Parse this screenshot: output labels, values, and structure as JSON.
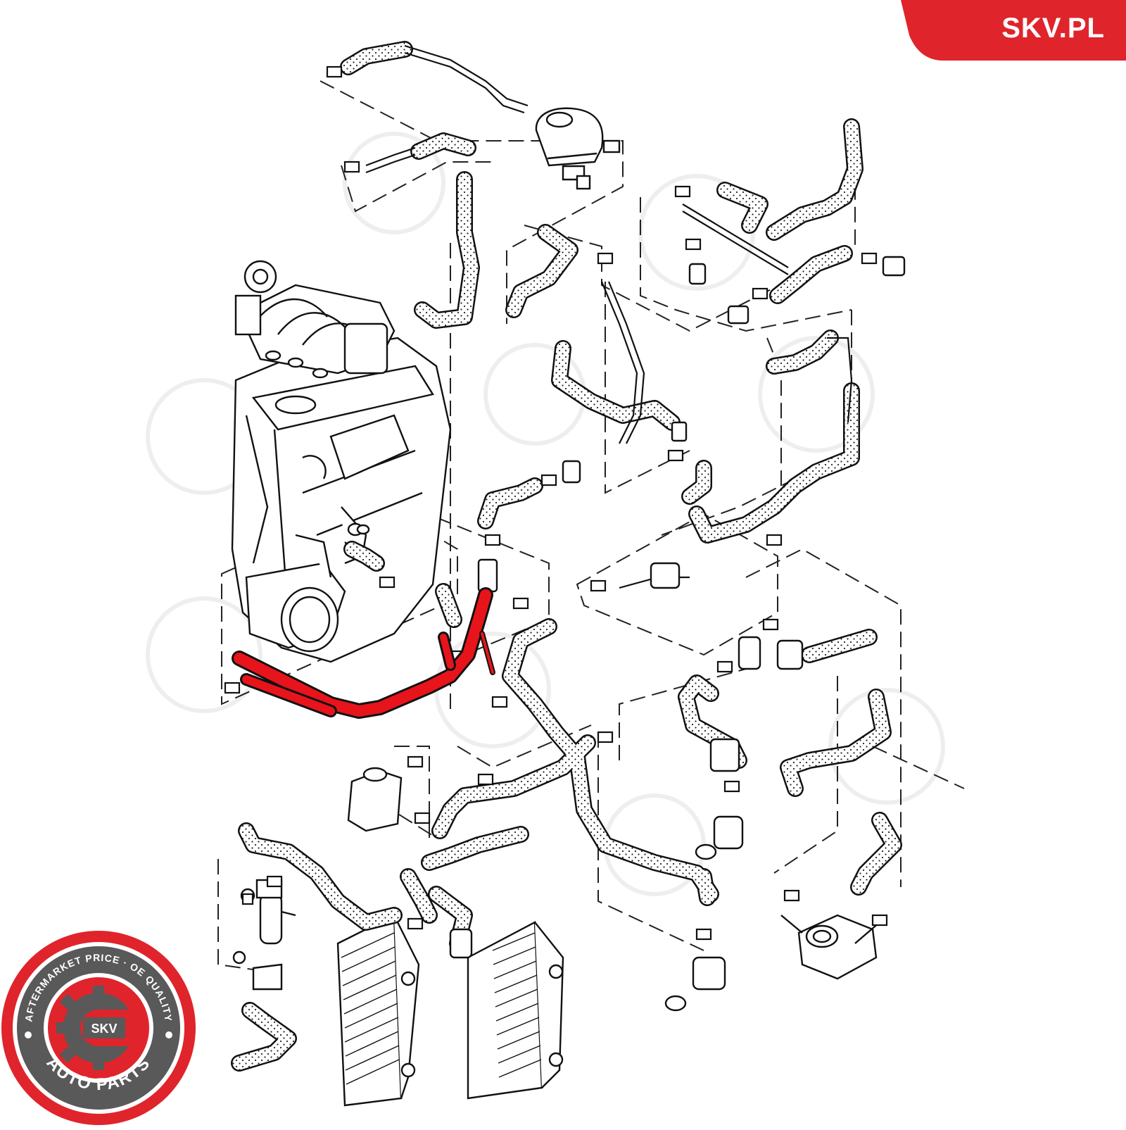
{
  "brand": {
    "site_label": "SKV.PL",
    "accent_color": "#e0242b"
  },
  "seal": {
    "top_arc_text": "AFTERMARKET PRICE · OE QUALITY",
    "bottom_arc_text": "AUTO PARTS",
    "center_badge": "SKV",
    "ring_color": "#e0242b",
    "inner_color": "#595959"
  },
  "diagram": {
    "highlight_color": "#e8141b",
    "highlighted_part": "coolant-pipe-icon",
    "line_color": "#1a1a1a"
  }
}
